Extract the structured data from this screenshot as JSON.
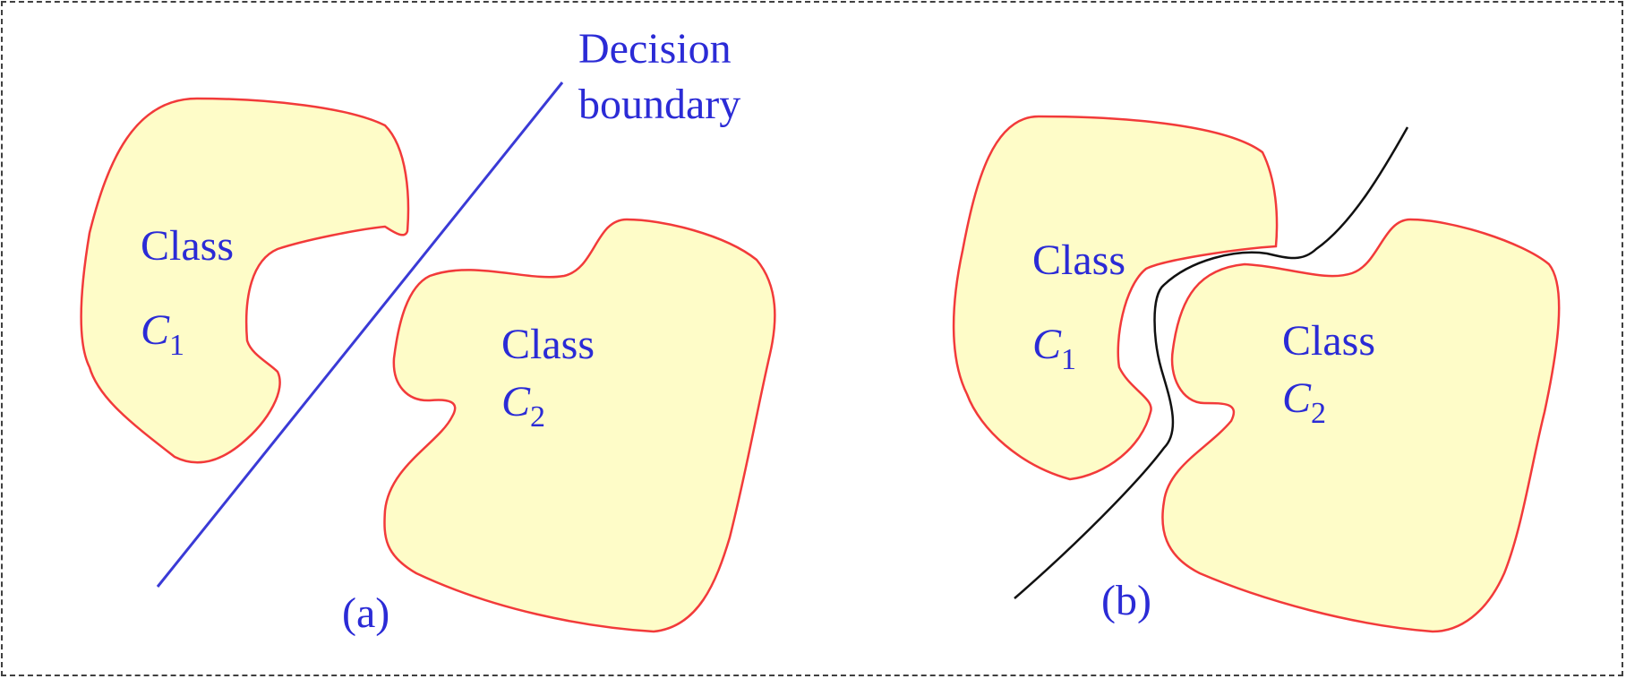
{
  "colors": {
    "region_fill": "#fefcc8",
    "region_stroke": "#f23a3a",
    "text": "#2b2bd6",
    "linear_boundary": "#3a3ad6",
    "nonlinear_boundary": "#111111",
    "frame_border": "#404040"
  },
  "annotation": {
    "line1": "Decision",
    "line2": "boundary"
  },
  "panel_a": {
    "caption": "(a)",
    "class1": {
      "word": "Class",
      "symbol": "C",
      "subscript": "1"
    },
    "class2": {
      "word": "Class",
      "symbol": "C",
      "subscript": "2"
    }
  },
  "panel_b": {
    "caption": "(b)",
    "class1": {
      "word": "Class",
      "symbol": "C",
      "subscript": "1"
    },
    "class2": {
      "word": "Class",
      "symbol": "C",
      "subscript": "2"
    }
  }
}
